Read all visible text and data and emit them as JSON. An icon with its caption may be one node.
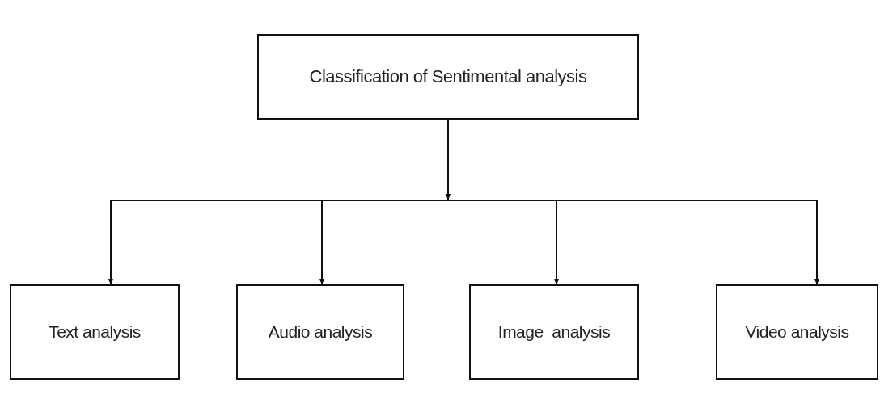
{
  "diagram": {
    "nodes": [
      {
        "text": [
          "Classification of Sentimental analysis"
        ]
      },
      {
        "text": [
          "Text analysis"
        ]
      },
      {
        "text": [
          "Audio analysis"
        ]
      },
      {
        "text": [
          "Image  analysis"
        ]
      },
      {
        "text": [
          "Video analysis"
        ]
      }
    ],
    "edges": [
      {
        "from": 0,
        "to": 1,
        "arrow": "to"
      },
      {
        "from": 0,
        "to": 2,
        "arrow": "to"
      },
      {
        "from": 0,
        "to": 3,
        "arrow": "to"
      },
      {
        "from": 0,
        "to": 4,
        "arrow": "to"
      }
    ]
  }
}
